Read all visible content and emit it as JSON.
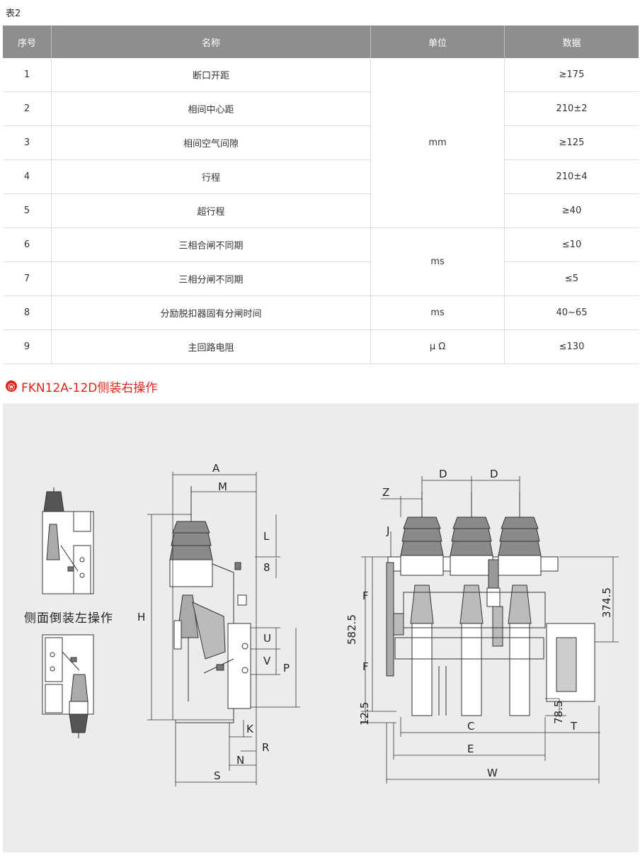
{
  "caption": "表2",
  "table": {
    "headers": [
      "序号",
      "名称",
      "单位",
      "数据"
    ],
    "rows": [
      {
        "no": "1",
        "name": "断口开距",
        "value": "≥175"
      },
      {
        "no": "2",
        "name": "相间中心距",
        "value": "210±2"
      },
      {
        "no": "3",
        "name": "相间空气间隙",
        "value": "≥125"
      },
      {
        "no": "4",
        "name": "行程",
        "value": "210±4"
      },
      {
        "no": "5",
        "name": "超行程",
        "value": "≥40"
      },
      {
        "no": "6",
        "name": "三相合闸不同期",
        "value": "≤10"
      },
      {
        "no": "7",
        "name": "三相分闸不同期",
        "value": "≤5"
      },
      {
        "no": "8",
        "name": "分励脱扣器固有分闸时间",
        "value": "40~65"
      },
      {
        "no": "9",
        "name": "主回路电阻",
        "value": "≤130"
      }
    ],
    "units": {
      "mm": "mm",
      "ms1": "ms",
      "ms2": "ms",
      "uohm": "μ Ω"
    }
  },
  "section": {
    "title": "FKN12A-12D侧装右操作",
    "logo": "ⓦ"
  },
  "side_label": "侧面倒装左操作",
  "dims": {
    "A": "A",
    "M": "M",
    "L": "L",
    "eight": "8",
    "H": "H",
    "U": "U",
    "V": "V",
    "P": "P",
    "K": "K",
    "R": "R",
    "N": "N",
    "S": "S",
    "D1": "D",
    "D2": "D",
    "Z": "Z",
    "J": "J",
    "F1": "F",
    "F2": "F",
    "d5825": "582.5",
    "d125": "12.5",
    "d3745": "374.5",
    "d785": "78.5",
    "T": "T",
    "C": "C",
    "E": "E",
    "W": "W"
  },
  "colors": {
    "header_bg": "#8e8e8e",
    "accent": "#e2231a",
    "panel_bg": "#ececec"
  }
}
